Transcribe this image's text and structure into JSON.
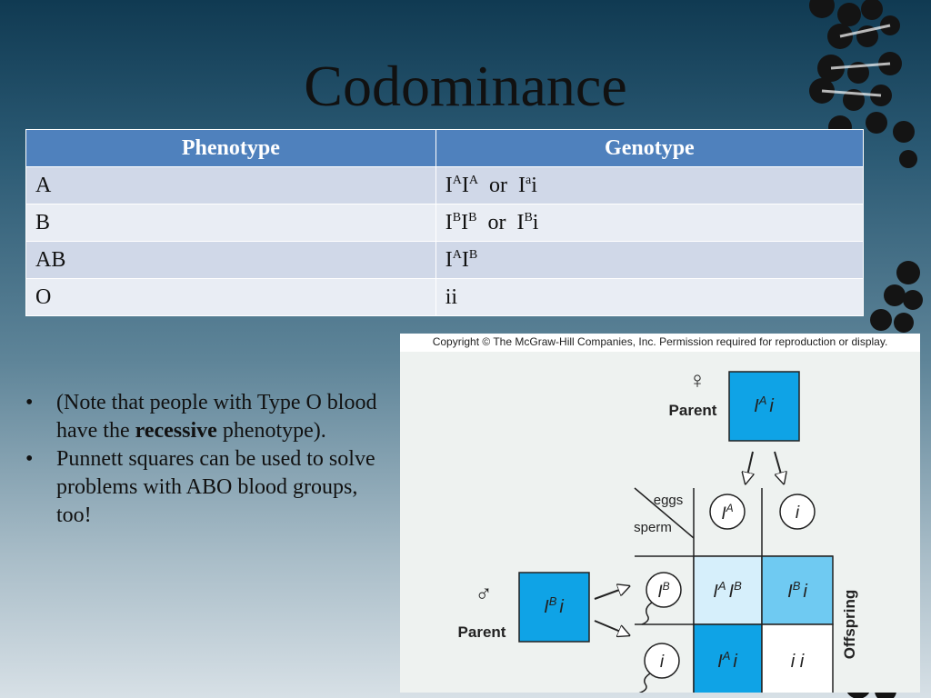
{
  "slide": {
    "title": "Codominance"
  },
  "table": {
    "headers": [
      "Phenotype",
      "Genotype"
    ],
    "rows": [
      {
        "phenotype": "A",
        "g1": "I",
        "g1s": "A",
        "g2": "I",
        "g2s": "A",
        "or": "or",
        "g3": "I",
        "g3s": "a",
        "g4": "i"
      },
      {
        "phenotype": "B",
        "g1": "I",
        "g1s": "B",
        "g2": "I",
        "g2s": "B",
        "or": "or",
        "g3": "I",
        "g3s": "B",
        "g4": "i"
      },
      {
        "phenotype": "AB",
        "g1": "I",
        "g1s": "A",
        "g2": "I",
        "g2s": "B"
      },
      {
        "phenotype": "O",
        "g1": "ii"
      }
    ]
  },
  "bullets": {
    "marker": "•",
    "b1_pre": "(Note that people with Type O blood have the ",
    "b1_bold": "recessive",
    "b1_post": " phenotype).",
    "b2": "Punnett squares can be used to solve problems with ABO blood groups, too!"
  },
  "figure": {
    "copyright": "Copyright © The McGraw-Hill Companies, Inc. Permission required for reproduction or display.",
    "female_symbol": "♀",
    "male_symbol": "♂",
    "parent_label": "Parent",
    "eggs_label": "eggs",
    "sperm_label": "sperm",
    "offspring_label": "Offspring",
    "top_parent": {
      "a": "I",
      "as": "A",
      "b": "i"
    },
    "left_parent": {
      "a": "I",
      "as": "B",
      "b": "i"
    },
    "egg1": {
      "a": "I",
      "as": "A"
    },
    "egg2": "i",
    "sperm1": {
      "a": "I",
      "as": "B"
    },
    "sperm2": "i",
    "cell11": {
      "a": "I",
      "as": "A",
      "b": "I",
      "bs": "B"
    },
    "cell12": {
      "a": "I",
      "as": "B",
      "b": "i"
    },
    "cell21": {
      "a": "I",
      "as": "A",
      "b": "i"
    },
    "cell22": "i i",
    "colors": {
      "blue": "#0fa3e6",
      "lightblue": "#6fcaf2",
      "paleblue": "#d6effb",
      "white": "#ffffff"
    }
  }
}
